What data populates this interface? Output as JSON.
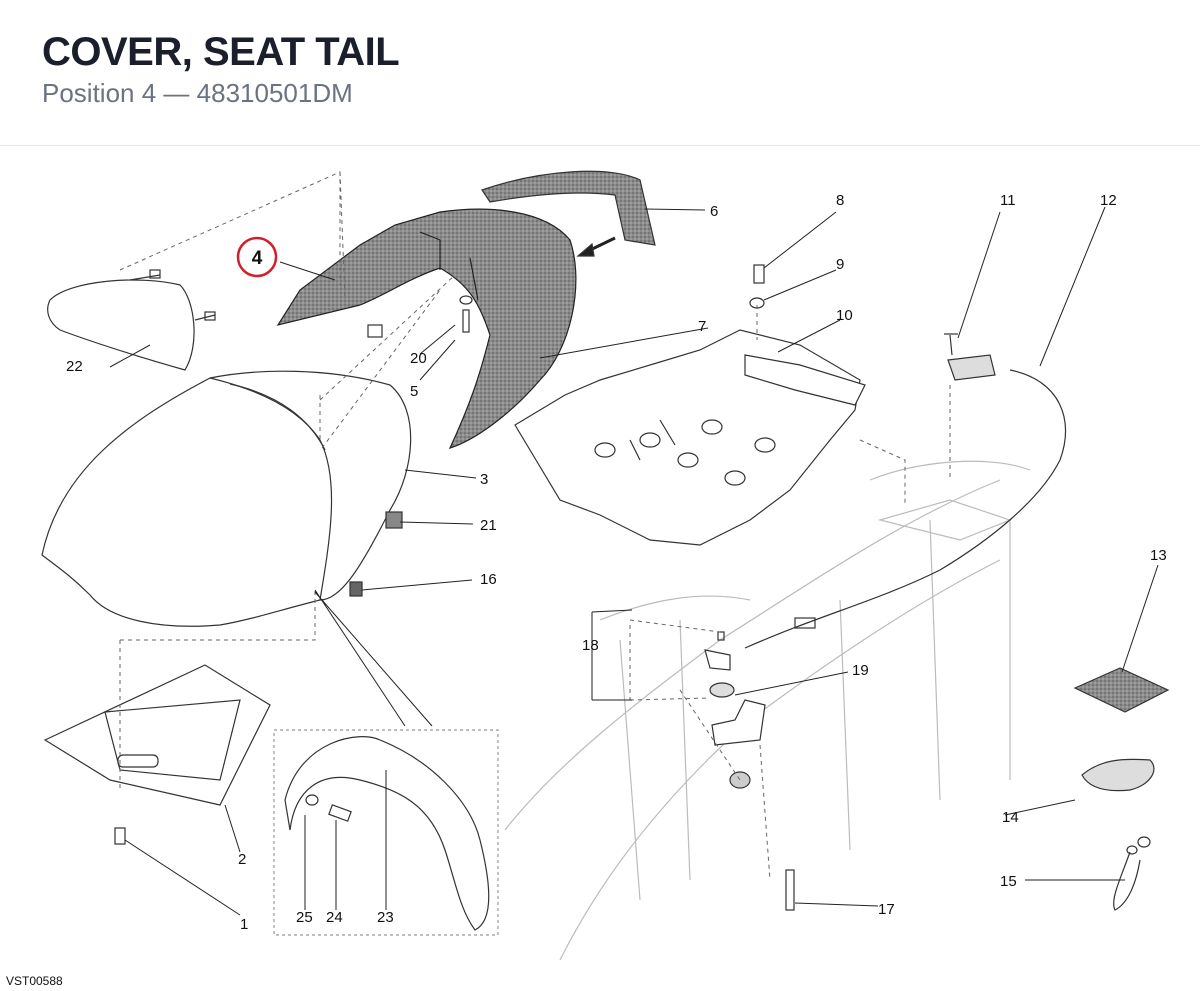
{
  "header": {
    "title": "COVER, SEAT TAIL",
    "position_label": "Position 4",
    "separator": "—",
    "part_number": "48310501DM"
  },
  "highlight": {
    "label": "4",
    "color": "#d0202a"
  },
  "callouts": [
    "1",
    "2",
    "3",
    "5",
    "6",
    "7",
    "8",
    "9",
    "10",
    "11",
    "12",
    "13",
    "14",
    "15",
    "16",
    "17",
    "18",
    "19",
    "20",
    "21",
    "22",
    "23",
    "24",
    "25"
  ],
  "reference_code": "VST00588",
  "colors": {
    "title": "#1a1f2b",
    "subtitle": "#6b7280",
    "highlight": "#d0202a"
  }
}
